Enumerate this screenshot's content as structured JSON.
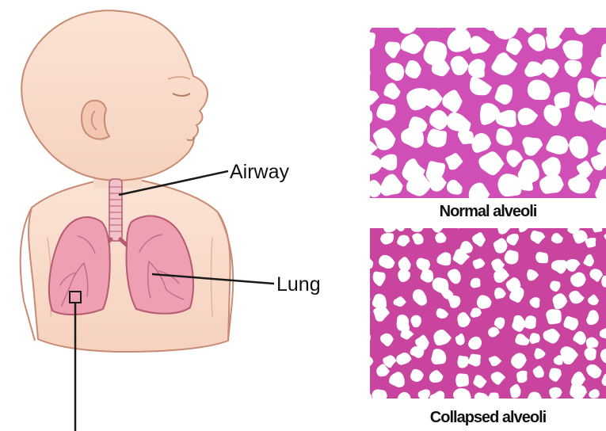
{
  "labels": {
    "airway": "Airway",
    "lung": "Lung",
    "normal_alveoli": "Normal alveoli",
    "collapsed_alveoli": "Collapsed alveoli"
  },
  "colors": {
    "skin_fill": "#f9dccb",
    "skin_outline": "#c98a73",
    "lung_fill": "#ef9fb2",
    "lung_outline": "#b65a72",
    "trachea_fill": "#f2c2cb",
    "tissue_background": "#d04fb6",
    "alveoli_space": "#ffffff",
    "leader_line": "#1a1a1a"
  }
}
